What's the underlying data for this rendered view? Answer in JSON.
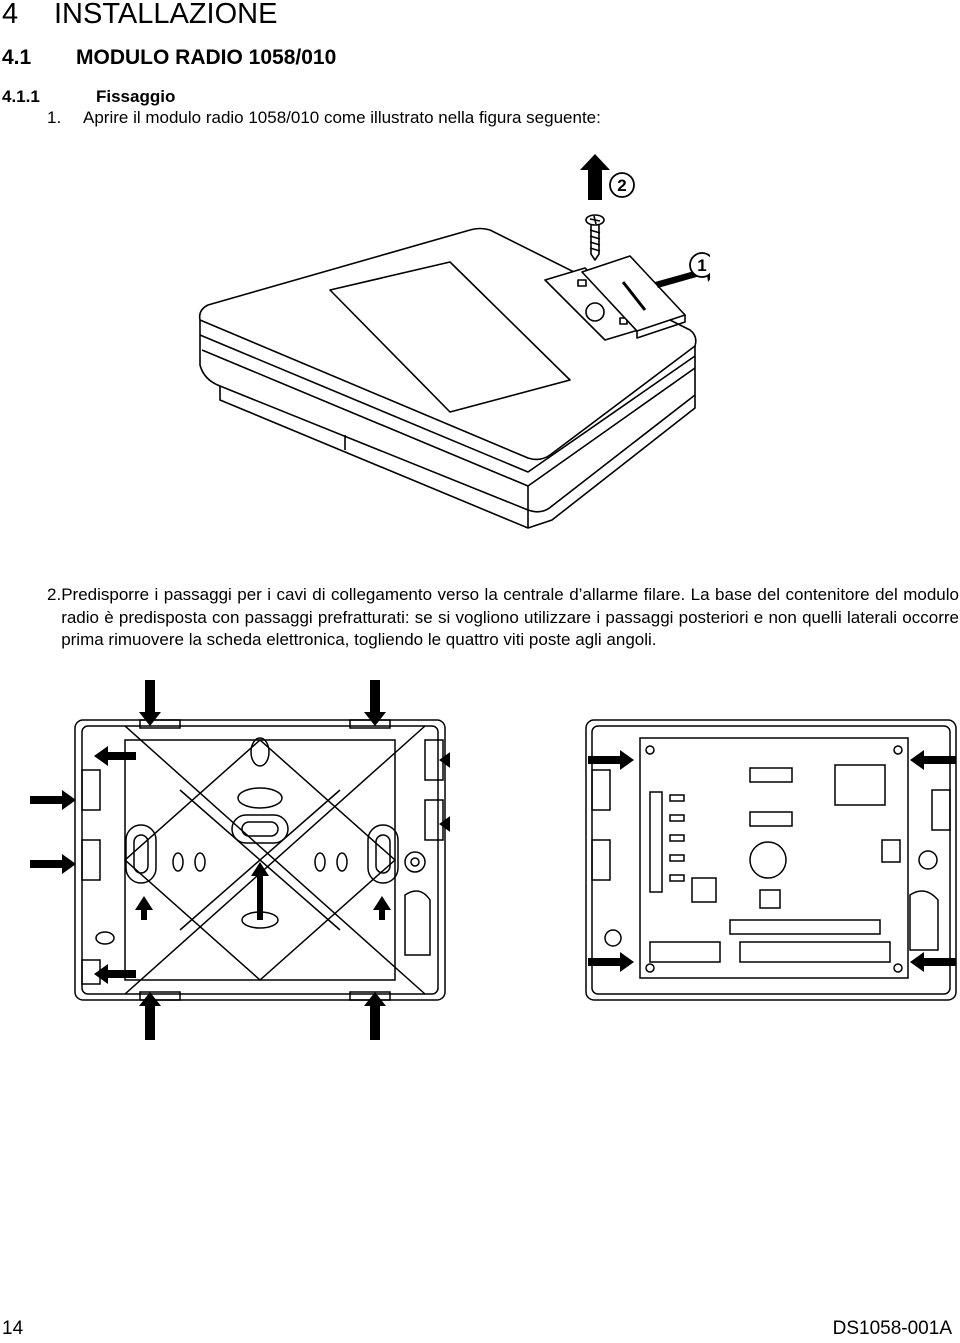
{
  "heading1": {
    "number": "4",
    "title": "INSTALLAZIONE"
  },
  "heading2": {
    "number": "4.1",
    "title": "MODULO RADIO 1058/010"
  },
  "heading3": {
    "number": "4.1.1",
    "title": "Fissaggio"
  },
  "steps": [
    {
      "number": "1.",
      "text": "Aprire il modulo radio 1058/010 come illustrato nella figura seguente:"
    },
    {
      "number": "2.",
      "text": "Predisporre i passaggi per i cavi di collegamento verso la centrale d’allarme filare. La base del contenitore del modulo radio è predisposta con passaggi prefratturati: se si vogliono utilizzare i passaggi posteriori e non quelli laterali occorre prima rimuovere la scheda elettronica, togliendo le quattro viti poste agli angoli."
    }
  ],
  "figure1": {
    "callouts": [
      "2",
      "1"
    ]
  },
  "footer": {
    "page": "14",
    "doc_code": "DS1058-001A"
  }
}
